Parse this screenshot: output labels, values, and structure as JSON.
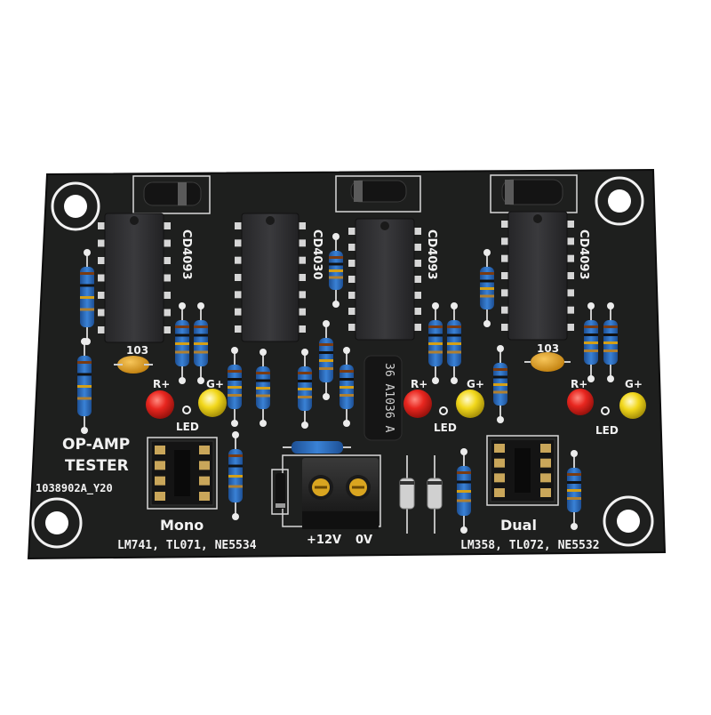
{
  "board": {
    "title_line1": "OP-AMP",
    "title_line2": "TESTER",
    "serial": "1038902A_Y20",
    "mono_label": "Mono",
    "mono_parts": "LM741, TL071, NE5534",
    "dual_label": "Dual",
    "dual_parts": "LM358, TL072, NE5532",
    "power_pos": "+12V",
    "power_gnd": "0V"
  },
  "chips": [
    {
      "silk": "CD4093"
    },
    {
      "silk": "CD4030"
    },
    {
      "silk": "CD4093"
    },
    {
      "silk": "CD4093"
    }
  ],
  "capacitor_codes": [
    "103",
    "103"
  ],
  "led_labels": {
    "red": "R+",
    "green": "G+",
    "led": "LED"
  },
  "colors": {
    "pcb": "#1e1f1e",
    "silkscreen": "#f2f2f2",
    "chip": "#2a2a2c",
    "resistor": "#2f6fbf",
    "led_red": "#e8261f",
    "led_yellow": "#f2d81c",
    "capacitor": "#e0a018"
  }
}
